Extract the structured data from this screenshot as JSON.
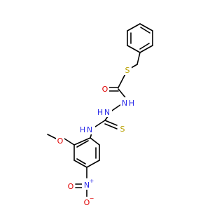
{
  "molecule": {
    "atoms": {
      "S_thioether": {
        "text": "S",
        "color": "#B8A000"
      },
      "O_carbonyl": {
        "text": "O",
        "color": "#E00000"
      },
      "NH_amide": {
        "text": "N",
        "color": "#2A2AE8",
        "h": "H"
      },
      "NH_hydrazine": {
        "text": "N",
        "color": "#2A2AE8",
        "h": "H"
      },
      "S_thione": {
        "text": "S",
        "color": "#B8A000"
      },
      "NH_aryl": {
        "text": "N",
        "color": "#2A2AE8",
        "h": "H"
      },
      "O_methoxy": {
        "text": "O",
        "color": "#E00000"
      },
      "N_nitro": {
        "text": "N",
        "color": "#2A2AE8",
        "charge": "+"
      },
      "O_nitro_left": {
        "text": "O",
        "color": "#E00000"
      },
      "O_nitro_bottom": {
        "text": "O",
        "color": "#E00000",
        "charge": "−"
      }
    }
  }
}
